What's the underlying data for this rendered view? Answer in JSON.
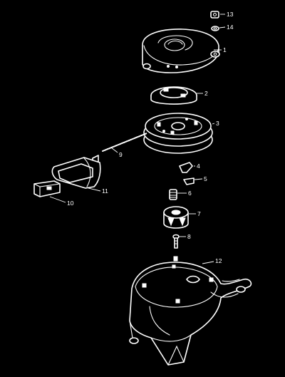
{
  "callouts": {
    "p1": "1",
    "p2": "2",
    "p3": "3",
    "p4": "4",
    "p5": "5",
    "p6": "6",
    "p7": "7",
    "p8": "8",
    "p9": "9",
    "p10": "10",
    "p11": "11",
    "p12": "12",
    "p13": "13",
    "p14": "14"
  },
  "colors": {
    "background": "#000000",
    "line": "#ffffff"
  }
}
